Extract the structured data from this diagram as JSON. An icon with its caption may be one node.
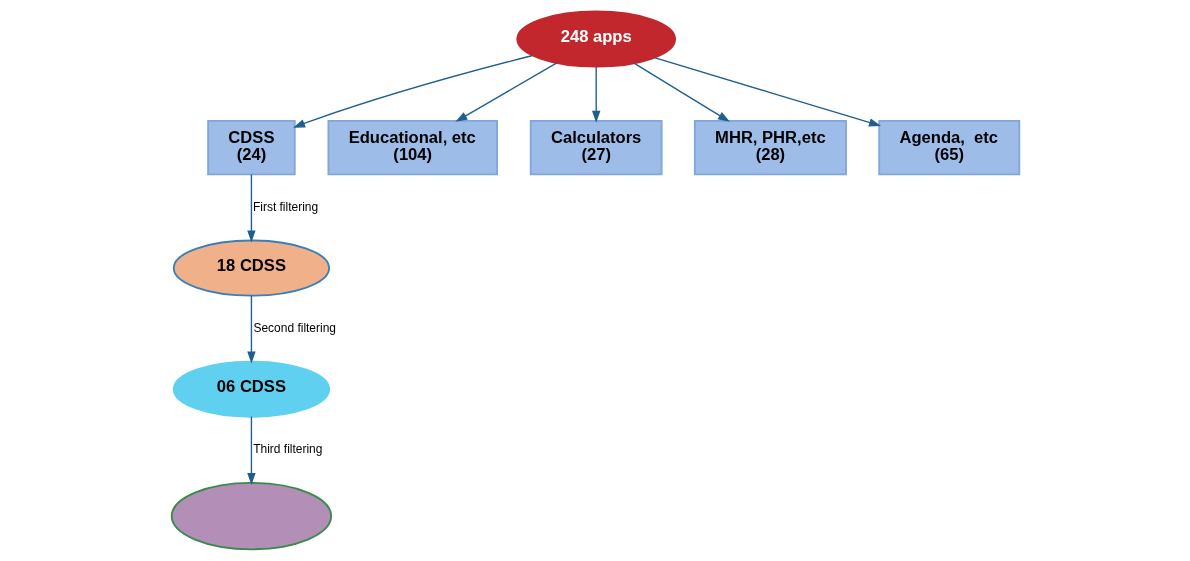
{
  "diagram": {
    "nodes": [
      {
        "text": [
          "248 apps"
        ]
      },
      {
        "text": [
          "CDSS",
          "(24)"
        ]
      },
      {
        "text": [
          "Educational, etc",
          "(104)"
        ]
      },
      {
        "text": [
          "Calculators",
          "(27)"
        ]
      },
      {
        "text": [
          "MHR, PHR,etc",
          "(28)"
        ]
      },
      {
        "text": [
          "Agenda,  etc",
          "(65)"
        ]
      },
      {
        "text": [
          "18 CDSS"
        ]
      },
      {
        "text": [
          "06 CDSS"
        ]
      },
      {
        "text": [],
        "shape": "ellipse"
      }
    ],
    "edges": [
      {
        "from": 0,
        "to": 1,
        "arrow": "to"
      },
      {
        "from": 0,
        "to": 2,
        "arrow": "to"
      },
      {
        "from": 0,
        "to": 3,
        "arrow": "to"
      },
      {
        "from": 0,
        "to": 4,
        "arrow": "to"
      },
      {
        "from": 0,
        "to": 5,
        "arrow": "to"
      },
      {
        "from": 1,
        "to": 6,
        "label": "First filtering",
        "arrow": "to"
      },
      {
        "from": 6,
        "to": 7,
        "label": "Second filtering",
        "arrow": "to"
      },
      {
        "from": 7,
        "to": 8,
        "label": "Third filtering",
        "arrow": "to"
      }
    ]
  }
}
